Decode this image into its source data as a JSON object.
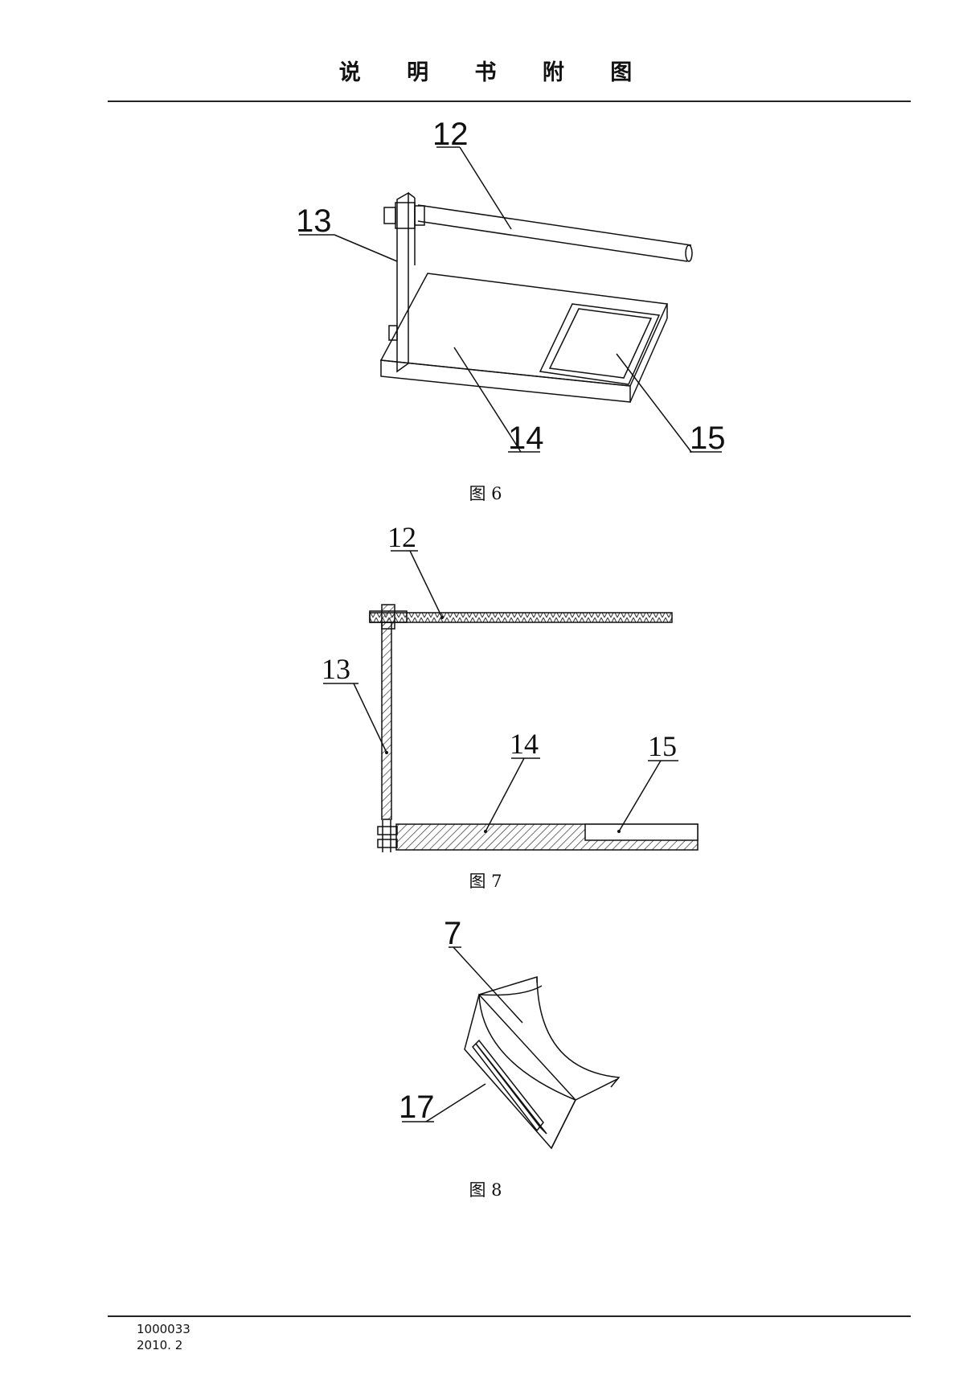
{
  "header": {
    "title": "说 明 书 附 图"
  },
  "figures": [
    {
      "caption": "图 6",
      "labels": [
        "12",
        "13",
        "14",
        "15"
      ]
    },
    {
      "caption": "图 7",
      "labels": [
        "12",
        "13",
        "14",
        "15"
      ]
    },
    {
      "caption": "图 8",
      "labels": [
        "7",
        "17"
      ]
    }
  ],
  "footer": {
    "code": "1000033",
    "date": "2010. 2"
  }
}
